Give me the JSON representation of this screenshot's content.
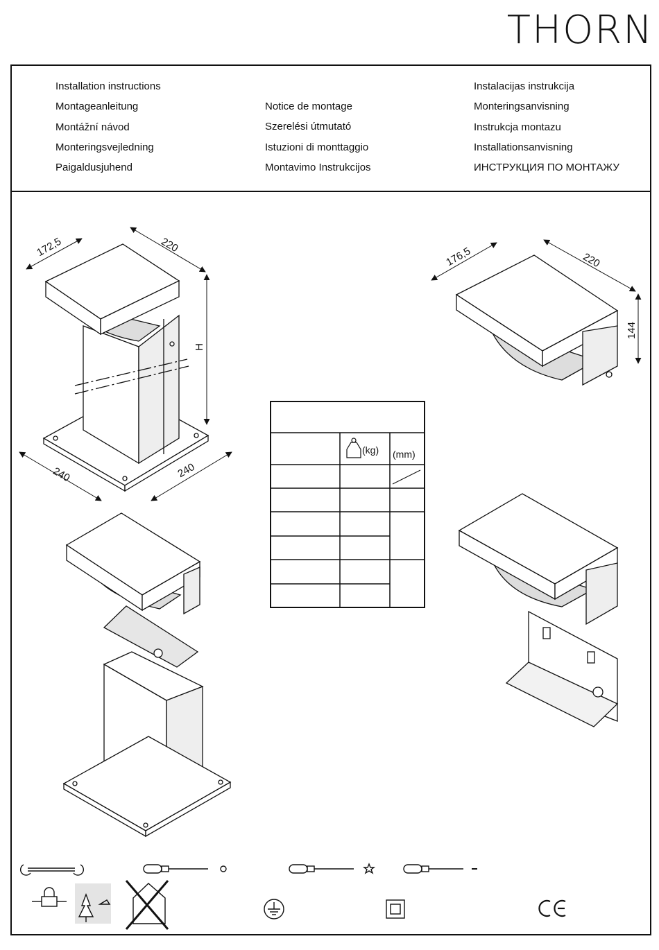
{
  "brand": {
    "name": "THORN"
  },
  "titles": {
    "col1": [
      "Installation instructions",
      "Montageanleitung",
      "Montážní návod",
      "Monteringsvejledning",
      "Paigaldusjuhend"
    ],
    "col2": [
      "Notice de montage",
      "Szerelési útmutató",
      "Istuzioni di monttaggio",
      "Montavimo Instrukcijos"
    ],
    "col3": [
      "Instalacijas instrukcija",
      "Monteringsanvisning",
      "Instrukcja montazu",
      "Installationsanvisning",
      "ИНСТРУКЦИЯ ПО МОНТАЖУ"
    ]
  },
  "dimensions": {
    "bollard": {
      "depth": "172,5",
      "width": "220",
      "height": "H",
      "base_left": "240",
      "base_right": "240"
    },
    "wall": {
      "depth": "176,5",
      "width": "220",
      "height": "144"
    }
  },
  "table": {
    "weight_unit": "(kg)",
    "dimension_unit": "(mm)"
  },
  "icons": {
    "tools": [
      "wrench-icon",
      "screwdriver-torx-icon",
      "screwdriver-star-icon",
      "screwdriver-flat-icon"
    ],
    "symbols": [
      "cable-connector-icon",
      "tree-cleaning-icon",
      "no-indoor-use-icon",
      "earth-ground-icon",
      "class-ii-icon",
      "ce-mark-icon"
    ]
  },
  "colors": {
    "line": "#111111",
    "fill_light": "#ffffff",
    "shade": "#d8d8d8"
  }
}
